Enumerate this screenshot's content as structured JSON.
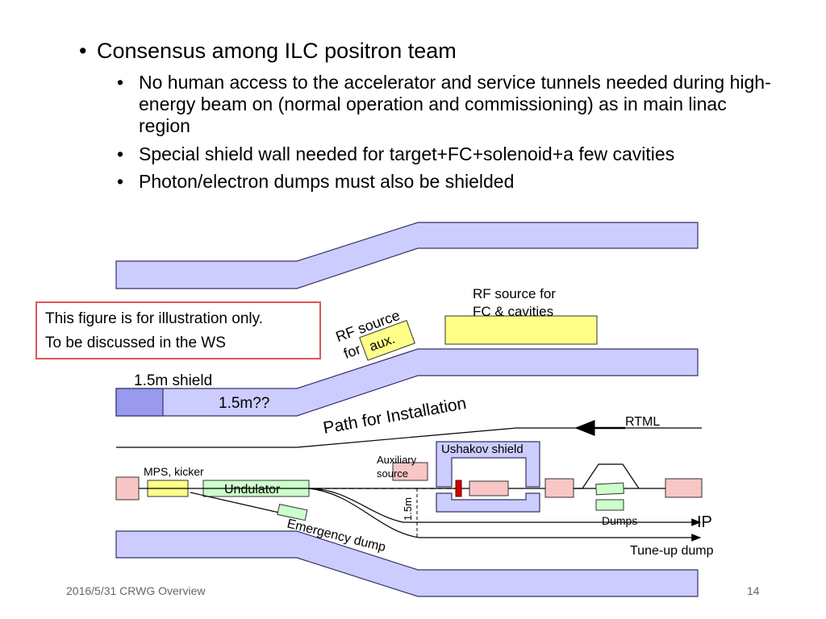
{
  "bullets": {
    "main": "Consensus among ILC positron team",
    "sub": [
      "No human access to the accelerator and service tunnels needed during high-energy beam on (normal operation and commissioning) as in main linac region",
      "Special shield wall needed for target+FC+solenoid+a few cavities",
      "Photon/electron dumps must also be shielded"
    ]
  },
  "note": {
    "line1": "This figure is for illustration only.",
    "line2": "To be discussed in the WS"
  },
  "diagram": {
    "rf_source_fc_line1": "RF source for",
    "rf_source_fc_line2": "FC & cavities",
    "rf_source_aux_line1": "RF source",
    "rf_source_aux_line2": "for",
    "aux": "aux.",
    "shield_label": "1.5m shield",
    "shield_q": "1.5m??",
    "path_installation": "Path for Installation",
    "rtml": "RTML",
    "ushakov_shield": "Ushakov shield",
    "auxiliary_source_line1": "Auxiliary",
    "auxiliary_source_line2": "source",
    "mps_kicker": "MPS, kicker",
    "undulator": "Undulator",
    "dim_1_5m": "1.5m",
    "dumps": "Dumps",
    "ip": "IP",
    "emergency_dump": "Emergency dump",
    "tuneup_dump": "Tune-up dump",
    "colors": {
      "tunnel_fill": "#ccccff",
      "tunnel_stroke": "#333366",
      "shield_block": "#9999ee",
      "rf_yellow": "#ffff88",
      "pink": "#f9c6c6",
      "green": "#ccffcc",
      "marker_red": "#cc0000",
      "note_border": "#e05555"
    }
  },
  "footer": {
    "date_title": "2016/5/31 CRWG Overview",
    "page": "14"
  }
}
